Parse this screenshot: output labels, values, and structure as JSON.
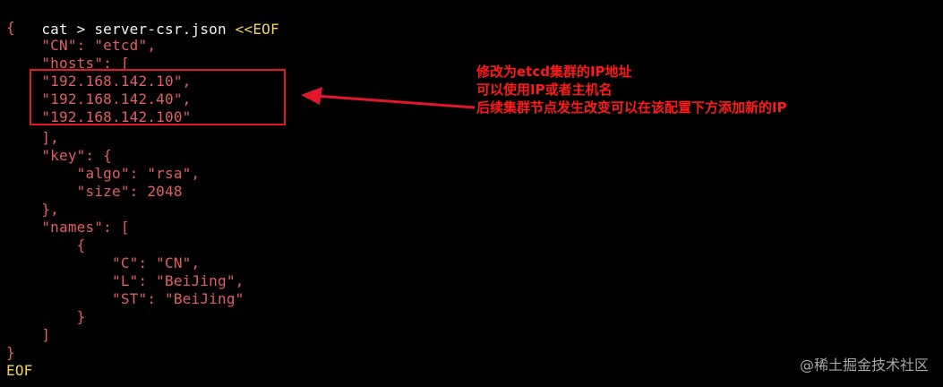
{
  "terminal": {
    "command": {
      "prefix": "cat > server-csr.json ",
      "heredoc": "<<EOF"
    },
    "lines": [
      "{",
      "    \"CN\": \"etcd\",",
      "    \"hosts\": [",
      "    \"192.168.142.10\",",
      "    \"192.168.142.40\",",
      "    \"192.168.142.100\"",
      "    ],",
      "    \"key\": {",
      "        \"algo\": \"rsa\",",
      "        \"size\": 2048",
      "    },",
      "    \"names\": [",
      "        {",
      "            \"C\": \"CN\",",
      "            \"L\": \"BeiJing\",",
      "            \"ST\": \"BeiJing\"",
      "        }",
      "    ]",
      "}"
    ],
    "end_marker": "EOF"
  },
  "annotation": {
    "lines": [
      "修改为etcd集群的IP地址",
      "可以使用IP或者主机名",
      "后续集群节点发生改变可以在该配置下方添加新的IP"
    ],
    "color": "#ff1a1a"
  },
  "watermark": "@稀土掘金技术社区",
  "colors": {
    "background": "#000000",
    "code": "#e05f5f",
    "command_text": "#f2f2f2",
    "heredoc": "#f0d35a",
    "highlight_box": "#e0182a"
  }
}
